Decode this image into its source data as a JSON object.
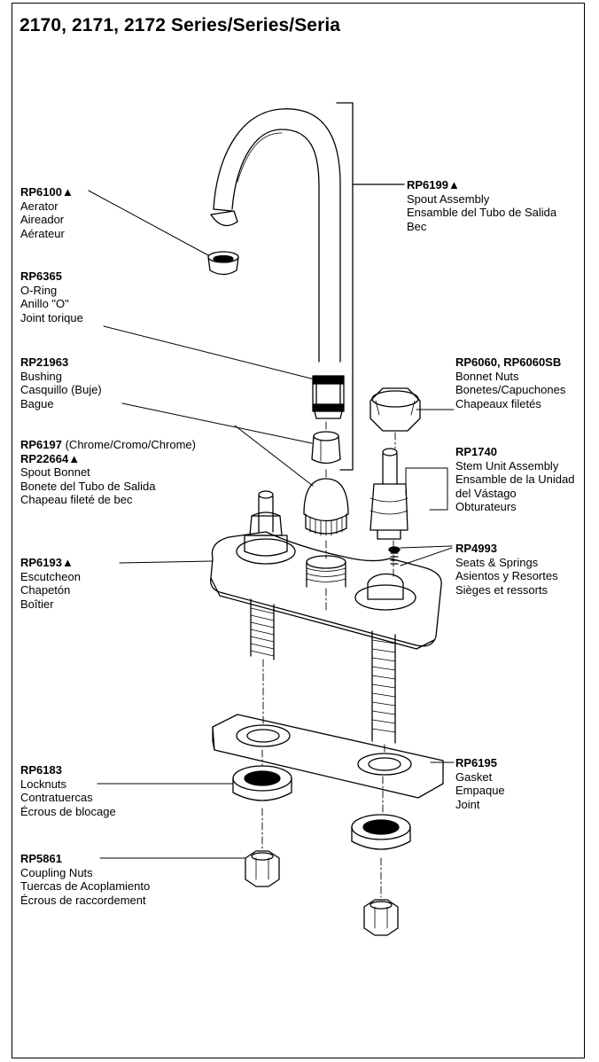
{
  "title": "2170, 2171, 2172 Series/Series/Seria",
  "parts": {
    "aerator": {
      "code": "RP6100▲",
      "lines": [
        "Aerator",
        "Aireador",
        "Aérateur"
      ]
    },
    "oring": {
      "code": "RP6365",
      "lines": [
        "O-Ring",
        "Anillo \"O\"",
        "Joint torique"
      ]
    },
    "bushing": {
      "code": "RP21963",
      "lines": [
        "Bushing",
        "Casquillo (Buje)",
        "Bague"
      ]
    },
    "bonnet": {
      "code": "RP6197",
      "code_suffix": " (Chrome/Cromo/Chrome)",
      "code2": "RP22664▲",
      "lines": [
        "Spout Bonnet",
        "Bonete del Tubo de Salida",
        "Chapeau fileté de bec"
      ]
    },
    "escutcheon": {
      "code": "RP6193▲",
      "lines": [
        "Escutcheon",
        "Chapetón",
        "Boîtier"
      ]
    },
    "locknuts": {
      "code": "RP6183",
      "lines": [
        "Locknuts",
        "Contratuercas",
        "Écrous de blocage"
      ]
    },
    "coupling": {
      "code": "RP5861",
      "lines": [
        "Coupling Nuts",
        "Tuercas de Acoplamiento",
        "Écrous de raccordement"
      ]
    },
    "spout": {
      "code": "RP6199▲",
      "lines": [
        "Spout Assembly",
        "Ensamble del Tubo de Salida",
        "Bec"
      ]
    },
    "bonnetnuts": {
      "code": "RP6060, RP6060SB",
      "lines": [
        "Bonnet Nuts",
        "Bonetes/Capuchones",
        "Chapeaux filetés"
      ]
    },
    "stem": {
      "code": "RP1740",
      "lines": [
        "Stem Unit Assembly",
        "Ensamble de la Unidad",
        "del Vástago",
        "Obturateurs"
      ]
    },
    "seats": {
      "code": "RP4993",
      "lines": [
        "Seats & Springs",
        "Asientos y Resortes",
        "Sièges et ressorts"
      ]
    },
    "gasket": {
      "code": "RP6195",
      "lines": [
        "Gasket",
        "Empaque",
        "Joint"
      ]
    }
  }
}
